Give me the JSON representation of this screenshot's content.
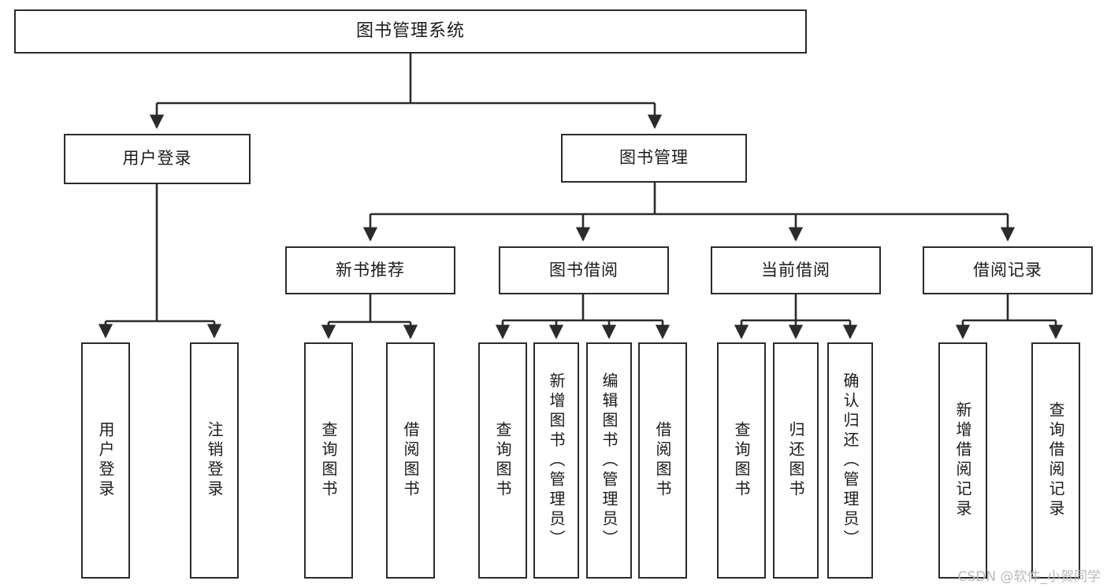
{
  "diagram": {
    "title": "图书管理系统",
    "type": "hierarchy-tree",
    "root": {
      "id": "root",
      "label": "图书管理系统"
    },
    "level2": [
      {
        "id": "user-login",
        "label": "用户登录"
      },
      {
        "id": "book-manage",
        "label": "图书管理"
      }
    ],
    "level3": [
      {
        "id": "new-book-rec",
        "label": "新书推荐",
        "parent": "book-manage"
      },
      {
        "id": "book-borrow",
        "label": "图书借阅",
        "parent": "book-manage"
      },
      {
        "id": "current-borrow",
        "label": "当前借阅",
        "parent": "book-manage"
      },
      {
        "id": "borrow-record",
        "label": "借阅记录",
        "parent": "book-manage"
      }
    ],
    "leaves": [
      {
        "id": "leaf-user-login",
        "label": "用户登录",
        "parent": "user-login"
      },
      {
        "id": "leaf-logout",
        "label": "注销登录",
        "parent": "user-login"
      },
      {
        "id": "leaf-query-book-1",
        "label": "查询图书",
        "parent": "new-book-rec"
      },
      {
        "id": "leaf-borrow-book-1",
        "label": "借阅图书",
        "parent": "new-book-rec"
      },
      {
        "id": "leaf-query-book-2",
        "label": "查询图书",
        "parent": "book-borrow"
      },
      {
        "id": "leaf-add-book",
        "label": "新增图书（管理员）",
        "parent": "book-borrow"
      },
      {
        "id": "leaf-edit-book",
        "label": "编辑图书（管理员）",
        "parent": "book-borrow"
      },
      {
        "id": "leaf-borrow-book-2",
        "label": "借阅图书",
        "parent": "book-borrow"
      },
      {
        "id": "leaf-query-book-3",
        "label": "查询图书",
        "parent": "current-borrow"
      },
      {
        "id": "leaf-return-book",
        "label": "归还图书",
        "parent": "current-borrow"
      },
      {
        "id": "leaf-confirm-return",
        "label": "确认归还（管理员）",
        "parent": "current-borrow"
      },
      {
        "id": "leaf-add-record",
        "label": "新增借阅记录",
        "parent": "borrow-record"
      },
      {
        "id": "leaf-query-record",
        "label": "查询借阅记录",
        "parent": "borrow-record"
      }
    ],
    "watermark": "CSDN @软件_小贺同学",
    "colors": {
      "stroke": "#2b2b2b",
      "fill": "#ffffff",
      "text": "#1b1b1b",
      "watermark": "#b9b9b9"
    }
  }
}
